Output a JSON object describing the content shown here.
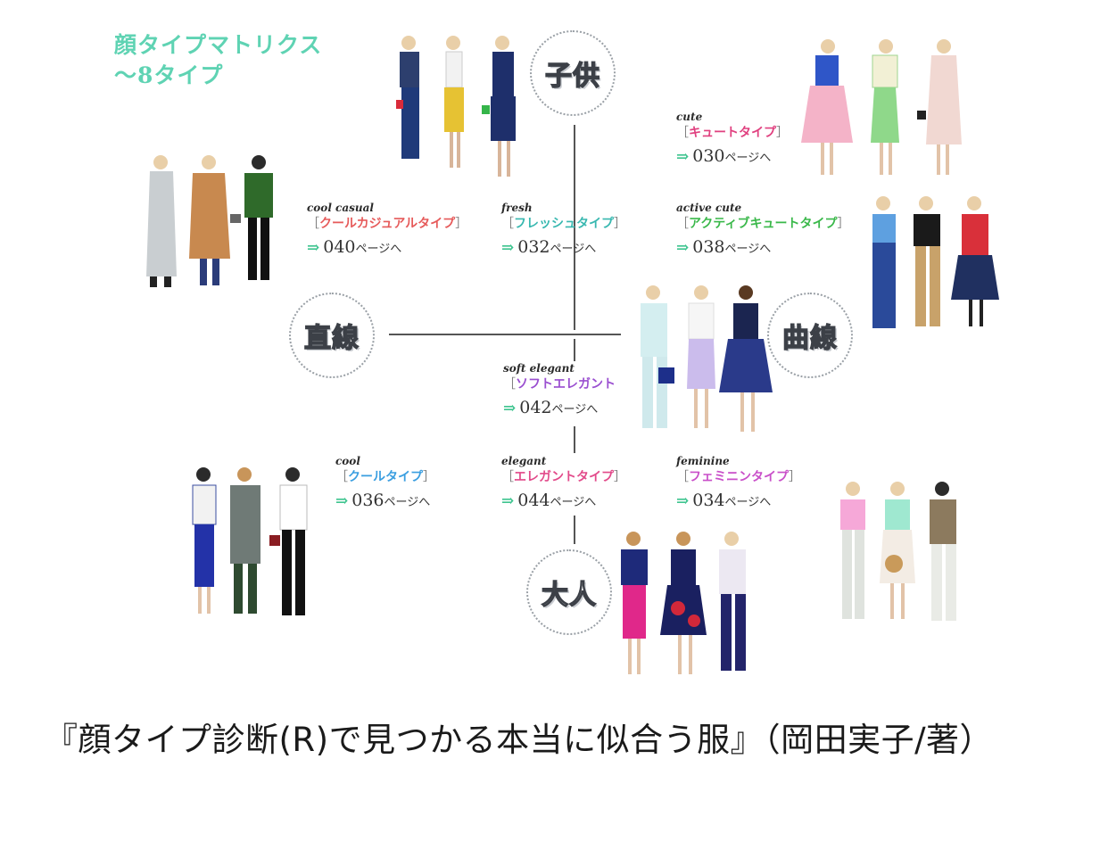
{
  "diagram": {
    "title_line1": "顔タイプマトリクス",
    "title_line2": "～8タイプ",
    "axes": {
      "top": "子供",
      "bottom": "大人",
      "left": "直線",
      "right": "曲線"
    },
    "types": [
      {
        "en": "cute",
        "jp": "キュートタイプ",
        "page": "030",
        "page_suffix": "ページへ",
        "color": "#e0407f"
      },
      {
        "en": "cool casual",
        "jp": "クールカジュアルタイプ",
        "page": "040",
        "page_suffix": "ページへ",
        "color": "#e65a5a"
      },
      {
        "en": "fresh",
        "jp": "フレッシュタイプ",
        "page": "032",
        "page_suffix": "ページへ",
        "color": "#39b8b0"
      },
      {
        "en": "active cute",
        "jp": "アクティブキュートタイプ",
        "page": "038",
        "page_suffix": "ページへ",
        "color": "#3ab84a"
      },
      {
        "en": "soft elegant",
        "jp": "ソフトエレガント",
        "page": "042",
        "page_suffix": "ページへ",
        "color": "#9a4fd0"
      },
      {
        "en": "cool",
        "jp": "クールタイプ",
        "page": "036",
        "page_suffix": "ページへ",
        "color": "#3a9ee0"
      },
      {
        "en": "elegant",
        "jp": "エレガントタイプ",
        "page": "044",
        "page_suffix": "ページへ",
        "color": "#e24a8a"
      },
      {
        "en": "feminine",
        "jp": "フェミニンタイプ",
        "page": "034",
        "page_suffix": "ページへ",
        "color": "#c94fc9"
      }
    ],
    "bracket_open": "［",
    "bracket_close": "］",
    "arrow": "⇒"
  },
  "caption": "『顔タイプ診断(R)で見つかる本当に似合う服』（岡田実子/著）"
}
